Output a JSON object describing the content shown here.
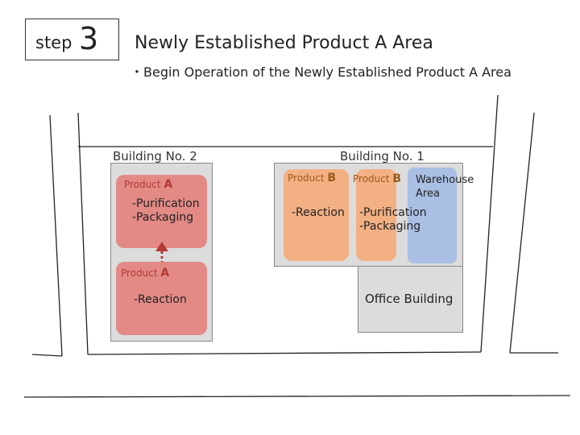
{
  "header": {
    "step_word": "step",
    "step_number": "3",
    "title": "Newly Established Product A Area",
    "subtitle": "・Begin Operation of the Newly Established Product A Area"
  },
  "building2": {
    "label": "Building No. 2",
    "upper": {
      "product": "Product ",
      "letter": "A",
      "process": "-Purification\n-Packaging"
    },
    "lower": {
      "product": "Product ",
      "letter": "A",
      "process": "-Reaction"
    }
  },
  "building1": {
    "label": "Building No. 1",
    "reaction": {
      "product": "Product ",
      "letter": "B",
      "process": "-Reaction"
    },
    "purification": {
      "product": "Product ",
      "letter": "B",
      "process": "-Purification\n-Packaging"
    },
    "warehouse": "Warehouse\nArea"
  },
  "office": "Office Building",
  "colors": {
    "productA": "#e38a86",
    "productB": "#f3b083",
    "warehouse": "#a9bfe4",
    "labelA": "#b23a33",
    "labelB": "#9a5a1a"
  }
}
